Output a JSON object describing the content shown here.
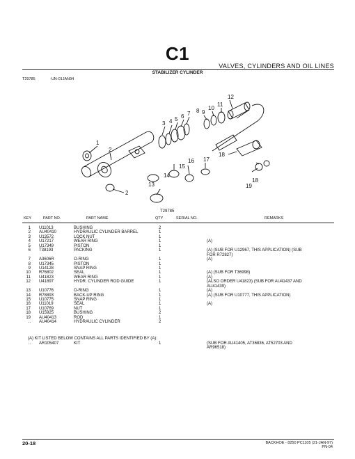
{
  "header": {
    "section_code": "C1",
    "section_name": "VALVES, CYLINDERS AND OIL LINES",
    "subtitle": "STABILIZER CYLINDER",
    "ref_code": "T29785",
    "ref_date": "-UN-01JAN94"
  },
  "diagram": {
    "label": "T29785",
    "callouts": [
      "1",
      "2",
      "3",
      "4",
      "5",
      "6",
      "7",
      "8",
      "9",
      "10",
      "11",
      "12",
      "13",
      "14",
      "15",
      "16",
      "17",
      "18",
      "18",
      "19"
    ]
  },
  "columns": {
    "key": "KEY",
    "part_no": "PART NO.",
    "part_name": "PART NAME",
    "qty": "QTY",
    "serial_no": "SERIAL NO.",
    "remarks": "REMARKS"
  },
  "parts": [
    {
      "key": "1",
      "part_no": "U11013",
      "name": "BUSHING",
      "qty": "2",
      "remarks": ""
    },
    {
      "key": "2",
      "part_no": "AU40410",
      "name": "HYDRAULIC CYLINDER BARREL",
      "qty": "1",
      "remarks": ""
    },
    {
      "key": "3",
      "part_no": "U13572",
      "name": "LOCK NUT",
      "qty": "1",
      "remarks": ""
    },
    {
      "key": "4",
      "part_no": "U17217",
      "name": "WEAR RING",
      "qty": "1",
      "remarks": "(A)"
    },
    {
      "key": "5",
      "part_no": "U17349",
      "name": "PISTON",
      "qty": "1",
      "remarks": ""
    },
    {
      "key": "6",
      "part_no": "T38193",
      "name": "PACKING",
      "qty": "1",
      "remarks": "(A) (SUB FOR U12967, THIS APPLICATION) (SUB"
    },
    {
      "key": "",
      "part_no": "",
      "name": "",
      "qty": "",
      "remarks": "FOR R72827)"
    },
    {
      "key": "7",
      "part_no": "A3606R",
      "name": "O-RING",
      "qty": "1",
      "remarks": "(A)"
    },
    {
      "key": "8",
      "part_no": "U17345",
      "name": "PISTON",
      "qty": "1",
      "remarks": ""
    },
    {
      "key": "9",
      "part_no": "U14128",
      "name": "SNAP RING",
      "qty": "1",
      "remarks": ""
    },
    {
      "key": "10",
      "part_no": "R76802",
      "name": "SEAL",
      "qty": "1",
      "remarks": "(A) (SUB FOR T36998)"
    },
    {
      "key": "11",
      "part_no": "U41823",
      "name": "WEAR RING",
      "qty": "1",
      "remarks": "(A)"
    },
    {
      "key": "12",
      "part_no": "U41897",
      "name": "HYDR. CYLINDER ROD GUIDE",
      "qty": "1",
      "remarks": "(ALSO ORDER U41823) (SUB FOR AU41437 AND"
    },
    {
      "key": "",
      "part_no": "",
      "name": "",
      "qty": "",
      "remarks": "AU41439)"
    },
    {
      "key": "13",
      "part_no": "U10776",
      "name": "O-RING",
      "qty": "1",
      "remarks": "(A)"
    },
    {
      "key": "14",
      "part_no": "R78893",
      "name": "BACK-UP RING",
      "qty": "1",
      "remarks": "(A) (SUB FOR U10777, THIS APPLICATION)"
    },
    {
      "key": "15",
      "part_no": "U10775",
      "name": "SNAP RING",
      "qty": "1",
      "remarks": ""
    },
    {
      "key": "16",
      "part_no": "U11019",
      "name": "SEAL",
      "qty": "1",
      "remarks": "(A)"
    },
    {
      "key": "17",
      "part_no": "U10769",
      "name": "NUT",
      "qty": "1",
      "remarks": ""
    },
    {
      "key": "18",
      "part_no": "U15925",
      "name": "BUSHING",
      "qty": "2",
      "remarks": ""
    },
    {
      "key": "19",
      "part_no": "AU40413",
      "name": "ROD",
      "qty": "1",
      "remarks": ""
    },
    {
      "key": "..",
      "part_no": "AU40414",
      "name": "HYDRAULIC CYLINDER",
      "qty": "2",
      "remarks": ""
    }
  ],
  "kit_note": "(A) KIT LISTED BELOW CONTAINS ALL PARTS IDENTIFIED BY (A):",
  "kit_rows": [
    {
      "key": "..",
      "part_no": "AR105407",
      "name": "KIT",
      "qty": "1",
      "remarks": "(SUB FOR AU41405, AT36836, AT52703 AND"
    },
    {
      "key": "",
      "part_no": "",
      "name": "",
      "qty": "",
      "remarks": "AR96518)"
    }
  ],
  "footer": {
    "page": "20-18",
    "info": "BACKHOE - 8250   PC1105   (21-JAN-97)",
    "code": "PN-04"
  }
}
